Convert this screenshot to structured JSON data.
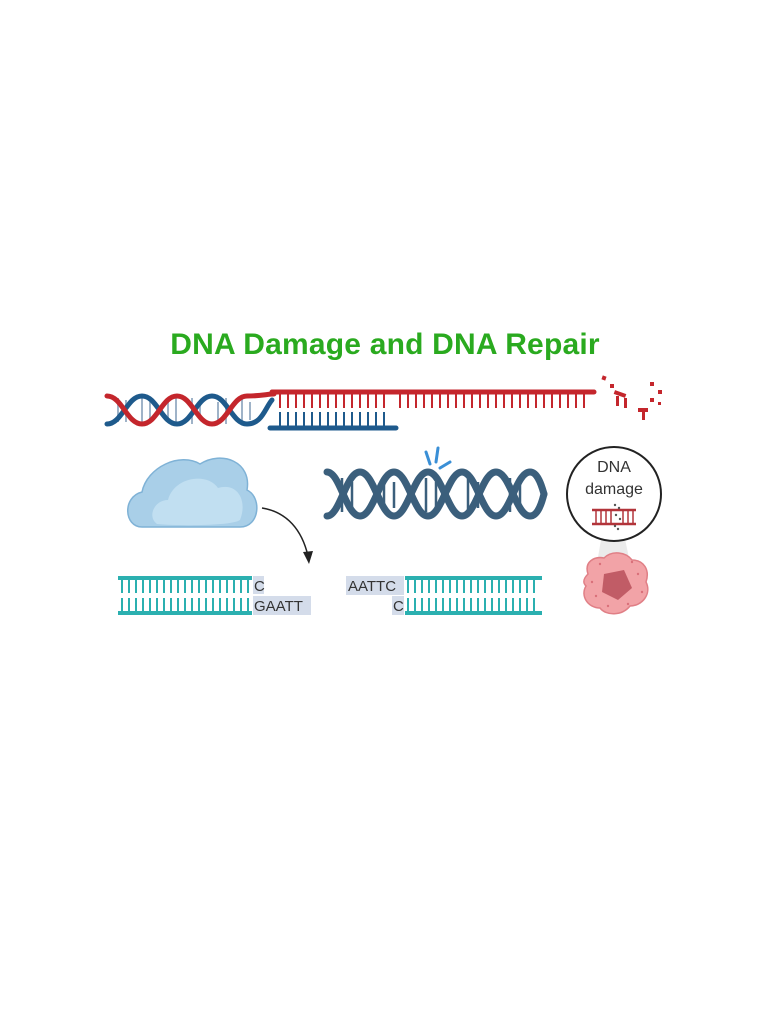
{
  "title": "DNA Damage and DNA Repair",
  "labels": {
    "left_top_base": "C",
    "left_bottom_overhang": "GAATT",
    "right_top_overhang": "AATTC",
    "right_bottom_base": "C",
    "circle_line1": "DNA",
    "circle_line2": "damage"
  },
  "colors": {
    "title": "#2aaa1f",
    "strand_red": "#c4262c",
    "strand_blue": "#1e5a8c",
    "strand_teal": "#2bb0b0",
    "helix_slate": "#3b5f7c",
    "cloud_blue": "#a9cfe8",
    "overhang_bg": "#d4dcea",
    "cell_pink": "#f2a3a7"
  },
  "icons": [
    "dna-helix-icon",
    "cloud-icon",
    "arrow-icon",
    "lightning-icon",
    "magnifier-icon",
    "cell-icon"
  ]
}
